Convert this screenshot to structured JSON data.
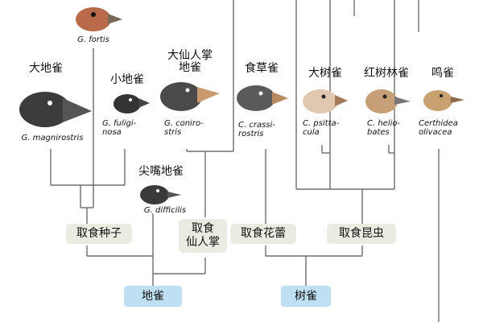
{
  "species": [
    {
      "id": "fortis",
      "sci": "G. fortis",
      "zh": ""
    },
    {
      "id": "magnirostris",
      "sci": "G. magnirostris",
      "zh": "大地雀"
    },
    {
      "id": "fuliginosa",
      "sci": "G. fuligi-\nnosa",
      "zh": "小地雀"
    },
    {
      "id": "conirostris",
      "sci": "G. coniro-\nstris",
      "zh": "大仙人掌\n地雀"
    },
    {
      "id": "crassirostris",
      "sci": "C. crassi-\nrostris",
      "zh": "食草雀"
    },
    {
      "id": "psittacula",
      "sci": "C. psitta-\ncula",
      "zh": "大树雀"
    },
    {
      "id": "heliobates",
      "sci": "C. helio-\nbates",
      "zh": "红树林雀"
    },
    {
      "id": "olivacea",
      "sci": "Certhidea\nolivacea",
      "zh": "鸣雀"
    },
    {
      "id": "difficilis",
      "sci": "G. difficilis",
      "zh": "尖嘴地雀"
    }
  ],
  "diets": {
    "seeds": "取食种子",
    "cactus": "取食\n仙人掌",
    "buds": "取食花蕾",
    "insects": "取食昆虫"
  },
  "groups": {
    "ground": "地雀",
    "tree": "树雀"
  },
  "colors": {
    "diet_box": "#ecebe2",
    "group_box": "#bfe0f2",
    "line": "#555555",
    "ground_finch": "#3c3c3c",
    "tree_finch": "#d9b896",
    "warbler": "#c9a070"
  }
}
